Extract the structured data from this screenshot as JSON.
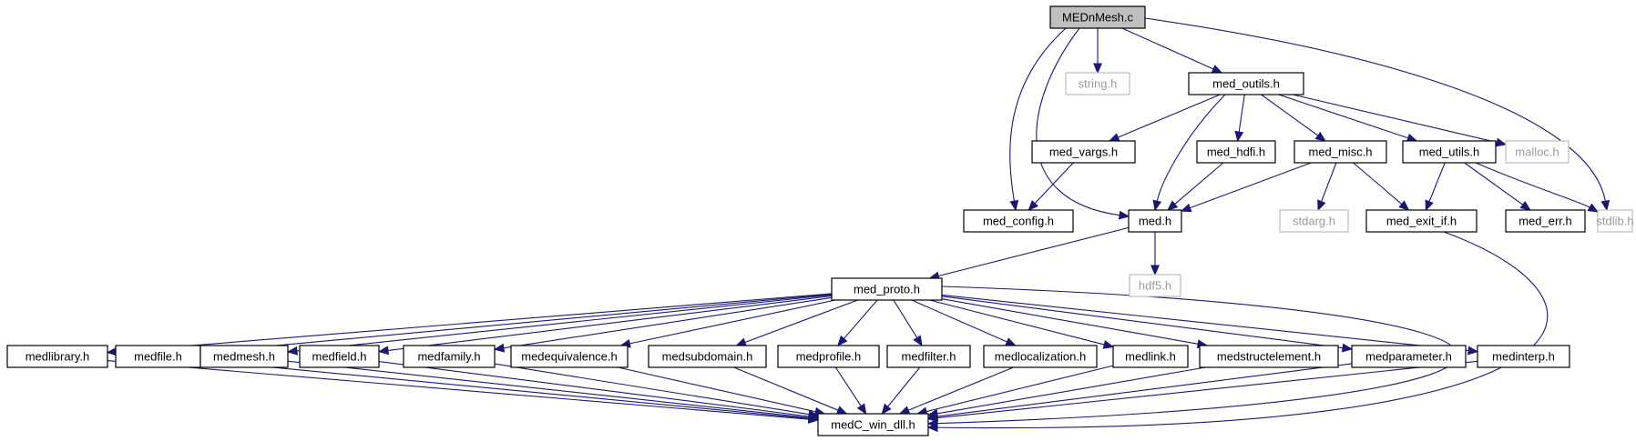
{
  "diagram": {
    "type": "include-dependency-graph",
    "colors": {
      "edge": "#191970",
      "root_fill": "#bfbfbf",
      "external_border": "#bfbfbf",
      "node_border": "#000000"
    },
    "nodes": [
      {
        "id": "MEDnMesh_c",
        "label": "MEDnMesh.c",
        "kind": "root"
      },
      {
        "id": "string_h",
        "label": "string.h",
        "kind": "external"
      },
      {
        "id": "med_outils_h",
        "label": "med_outils.h",
        "kind": "internal"
      },
      {
        "id": "med_vargs_h",
        "label": "med_vargs.h",
        "kind": "internal"
      },
      {
        "id": "med_hdfi_h",
        "label": "med_hdfi.h",
        "kind": "internal"
      },
      {
        "id": "med_misc_h",
        "label": "med_misc.h",
        "kind": "internal"
      },
      {
        "id": "med_utils_h",
        "label": "med_utils.h",
        "kind": "internal"
      },
      {
        "id": "malloc_h",
        "label": "malloc.h",
        "kind": "external"
      },
      {
        "id": "med_config_h",
        "label": "med_config.h",
        "kind": "internal"
      },
      {
        "id": "med_h",
        "label": "med.h",
        "kind": "internal"
      },
      {
        "id": "stdarg_h",
        "label": "stdarg.h",
        "kind": "external"
      },
      {
        "id": "med_exit_if_h",
        "label": "med_exit_if.h",
        "kind": "internal"
      },
      {
        "id": "med_err_h",
        "label": "med_err.h",
        "kind": "internal"
      },
      {
        "id": "stdlib_h",
        "label": "stdlib.h",
        "kind": "external"
      },
      {
        "id": "hdf5_h",
        "label": "hdf5.h",
        "kind": "external"
      },
      {
        "id": "med_proto_h",
        "label": "med_proto.h",
        "kind": "internal"
      },
      {
        "id": "medlibrary_h",
        "label": "medlibrary.h",
        "kind": "internal"
      },
      {
        "id": "medfile_h",
        "label": "medfile.h",
        "kind": "internal"
      },
      {
        "id": "medmesh_h",
        "label": "medmesh.h",
        "kind": "internal"
      },
      {
        "id": "medfield_h",
        "label": "medfield.h",
        "kind": "internal"
      },
      {
        "id": "medfamily_h",
        "label": "medfamily.h",
        "kind": "internal"
      },
      {
        "id": "medequivalence_h",
        "label": "medequivalence.h",
        "kind": "internal"
      },
      {
        "id": "medsubdomain_h",
        "label": "medsubdomain.h",
        "kind": "internal"
      },
      {
        "id": "medprofile_h",
        "label": "medprofile.h",
        "kind": "internal"
      },
      {
        "id": "medfilter_h",
        "label": "medfilter.h",
        "kind": "internal"
      },
      {
        "id": "medlocalization_h",
        "label": "medlocalization.h",
        "kind": "internal"
      },
      {
        "id": "medlink_h",
        "label": "medlink.h",
        "kind": "internal"
      },
      {
        "id": "medstructelement_h",
        "label": "medstructelement.h",
        "kind": "internal"
      },
      {
        "id": "medparameter_h",
        "label": "medparameter.h",
        "kind": "internal"
      },
      {
        "id": "medinterp_h",
        "label": "medinterp.h",
        "kind": "internal"
      },
      {
        "id": "medC_win_dll_h",
        "label": "medC_win_dll.h",
        "kind": "internal"
      }
    ],
    "edges": [
      [
        "MEDnMesh_c",
        "string_h"
      ],
      [
        "MEDnMesh_c",
        "med_outils_h"
      ],
      [
        "MEDnMesh_c",
        "med_config_h"
      ],
      [
        "MEDnMesh_c",
        "med_h"
      ],
      [
        "MEDnMesh_c",
        "stdlib_h"
      ],
      [
        "med_outils_h",
        "med_vargs_h"
      ],
      [
        "med_outils_h",
        "med_hdfi_h"
      ],
      [
        "med_outils_h",
        "med_misc_h"
      ],
      [
        "med_outils_h",
        "med_utils_h"
      ],
      [
        "med_outils_h",
        "malloc_h"
      ],
      [
        "med_outils_h",
        "med_h"
      ],
      [
        "med_vargs_h",
        "med_config_h"
      ],
      [
        "med_hdfi_h",
        "med_h"
      ],
      [
        "med_misc_h",
        "med_h"
      ],
      [
        "med_misc_h",
        "stdarg_h"
      ],
      [
        "med_misc_h",
        "med_exit_if_h"
      ],
      [
        "med_utils_h",
        "med_exit_if_h"
      ],
      [
        "med_utils_h",
        "med_err_h"
      ],
      [
        "med_utils_h",
        "stdlib_h"
      ],
      [
        "med_h",
        "hdf5_h"
      ],
      [
        "med_h",
        "med_proto_h"
      ],
      [
        "med_exit_if_h",
        "medC_win_dll_h"
      ],
      [
        "med_proto_h",
        "medlibrary_h"
      ],
      [
        "med_proto_h",
        "medfile_h"
      ],
      [
        "med_proto_h",
        "medmesh_h"
      ],
      [
        "med_proto_h",
        "medfield_h"
      ],
      [
        "med_proto_h",
        "medfamily_h"
      ],
      [
        "med_proto_h",
        "medequivalence_h"
      ],
      [
        "med_proto_h",
        "medsubdomain_h"
      ],
      [
        "med_proto_h",
        "medprofile_h"
      ],
      [
        "med_proto_h",
        "medfilter_h"
      ],
      [
        "med_proto_h",
        "medlocalization_h"
      ],
      [
        "med_proto_h",
        "medlink_h"
      ],
      [
        "med_proto_h",
        "medstructelement_h"
      ],
      [
        "med_proto_h",
        "medparameter_h"
      ],
      [
        "med_proto_h",
        "medinterp_h"
      ],
      [
        "med_proto_h",
        "medC_win_dll_h"
      ],
      [
        "medlibrary_h",
        "medC_win_dll_h"
      ],
      [
        "medfile_h",
        "medC_win_dll_h"
      ],
      [
        "medmesh_h",
        "medC_win_dll_h"
      ],
      [
        "medfield_h",
        "medC_win_dll_h"
      ],
      [
        "medfamily_h",
        "medC_win_dll_h"
      ],
      [
        "medequivalence_h",
        "medC_win_dll_h"
      ],
      [
        "medsubdomain_h",
        "medC_win_dll_h"
      ],
      [
        "medprofile_h",
        "medC_win_dll_h"
      ],
      [
        "medfilter_h",
        "medC_win_dll_h"
      ],
      [
        "medlocalization_h",
        "medC_win_dll_h"
      ],
      [
        "medlink_h",
        "medC_win_dll_h"
      ],
      [
        "medstructelement_h",
        "medC_win_dll_h"
      ],
      [
        "medparameter_h",
        "medC_win_dll_h"
      ],
      [
        "medinterp_h",
        "medC_win_dll_h"
      ]
    ]
  }
}
